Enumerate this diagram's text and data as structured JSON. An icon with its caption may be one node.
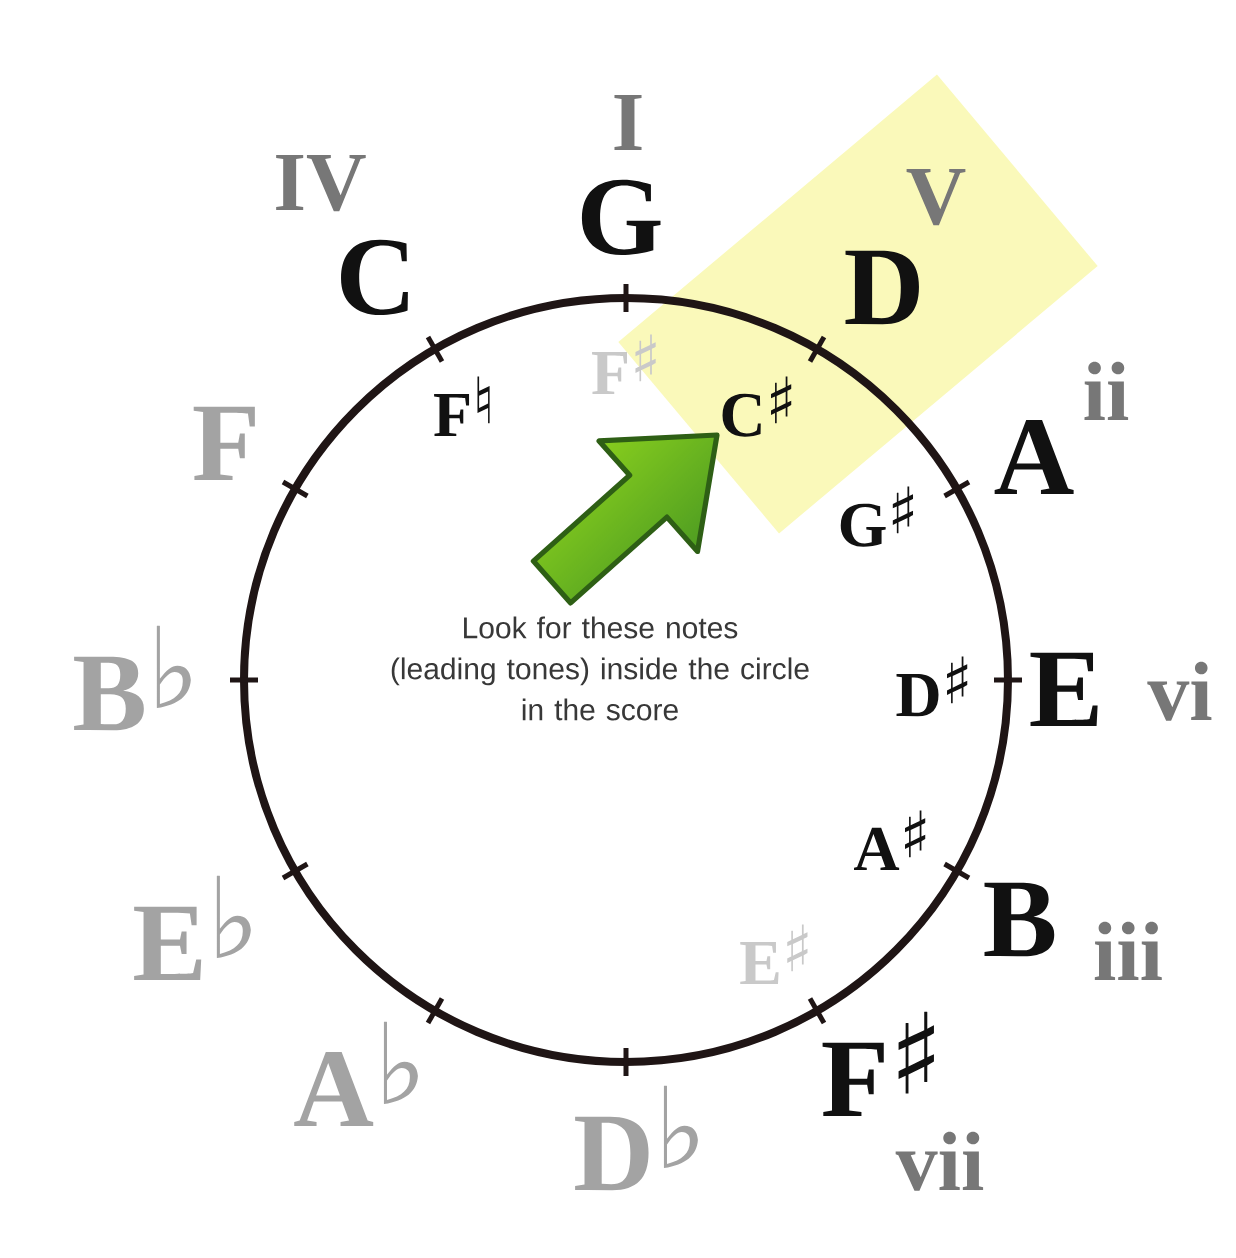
{
  "diagram": {
    "nodes": [
      {
        "text": [
          "V",
          "D"
        ]
      },
      {
        "text": [
          "C♯"
        ],
        "in": 0
      },
      {
        "text": [
          "Look for these notes (leading tones) inside the circle in the score"
        ]
      }
    ],
    "edges": [
      {
        "from": 2,
        "to": 1,
        "arrow": "to",
        "color": "#5cbf2a"
      }
    ],
    "labels": [
      "I",
      "IV",
      "G",
      "C",
      "F♯",
      "ii",
      "F♮",
      "F",
      "A",
      "G♯",
      "B♭",
      "D♯",
      "E",
      "vi",
      "A♯",
      "B",
      "E♭",
      "iii",
      "E♯",
      "A♭",
      "F♯",
      "D♭",
      "vii"
    ]
  }
}
